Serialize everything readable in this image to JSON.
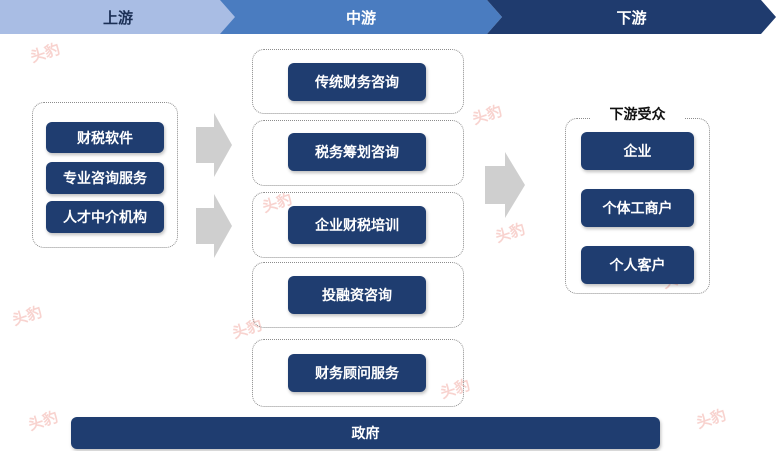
{
  "header": {
    "upstream": "上游",
    "midstream": "中游",
    "downstream": "下游"
  },
  "upstream_items": [
    "财税软件",
    "专业咨询服务",
    "人才中介机构"
  ],
  "midstream_items": [
    "传统财务咨询",
    "税务筹划咨询",
    "企业财税培训",
    "投融资咨询",
    "财务顾问服务"
  ],
  "downstream": {
    "title": "下游受众",
    "items": [
      "企业",
      "个体工商户",
      "个人客户"
    ]
  },
  "bottom": "政府",
  "watermark": "头豹",
  "colors": {
    "box": "#1f3d70",
    "up_chevron": "#a9bde4",
    "mid_chevron": "#4a7cc0",
    "down_chevron": "#1f3b6e",
    "arrow": "#cfcfcf"
  }
}
